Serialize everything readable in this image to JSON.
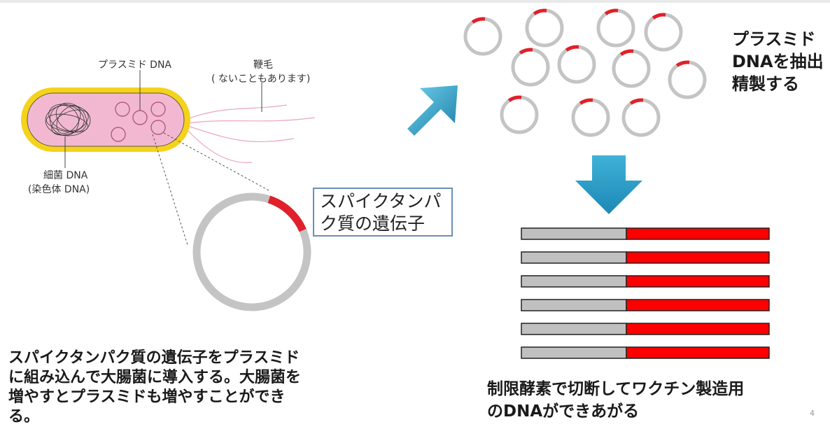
{
  "diagram": {
    "labels": {
      "plasmid_dna": "プラスミド DNA",
      "flagellum": "鞭毛",
      "flagellum_note": "( ないこともあります)",
      "bacterial_dna": "細菌 DNA",
      "chromosomal_dna": "(染色体 DNA)"
    },
    "callout": {
      "line1": "スパイクタンパ",
      "line2": "ク質の遺伝子"
    },
    "extract_text": {
      "line1": "プラスミド",
      "line2": "DNAを抽出",
      "line3": "精製する"
    },
    "bottom_left_text": {
      "line1": "スパイクタンパク質の遺伝子をプラスミド",
      "line2": "に組み込んで大腸菌に導入する。大腸菌を",
      "line3": "増やすとプラスミドも増やすことができ",
      "line4": "る。"
    },
    "bottom_right_text": {
      "line1": "制限酵素で切断してワクチン製造用",
      "line2": "のDNAができあがる"
    },
    "page_number": "4",
    "colors": {
      "bacterium_fill": "#f2b8d2",
      "bacterium_outline": "#f5d21c",
      "plasmid_ring": "#c4c4c4",
      "gene_segment": "#e0202a",
      "arrow": "#2e9ec8",
      "callout_border": "#6b8fb8",
      "linear_dna_gray": "#c0c0c0",
      "linear_dna_red": "#ff0000"
    }
  }
}
